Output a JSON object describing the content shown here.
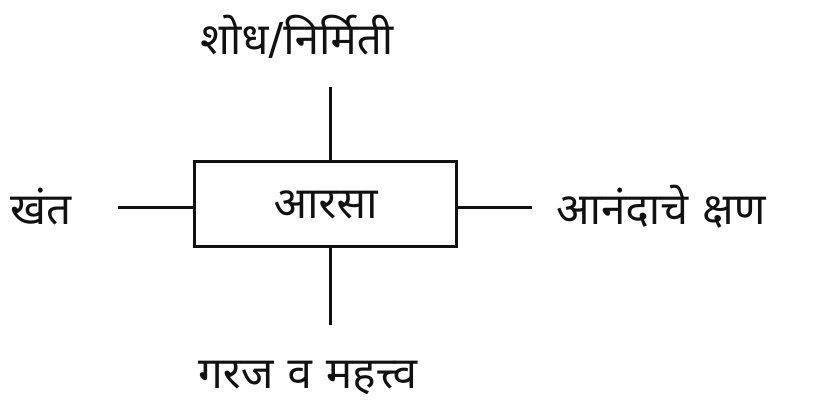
{
  "diagram": {
    "center": "आरसा",
    "top": "शोध/निर्मिती",
    "left": "खंत",
    "right": "आनंदाचे क्षण",
    "bottom": "गरज व महत्त्व"
  }
}
